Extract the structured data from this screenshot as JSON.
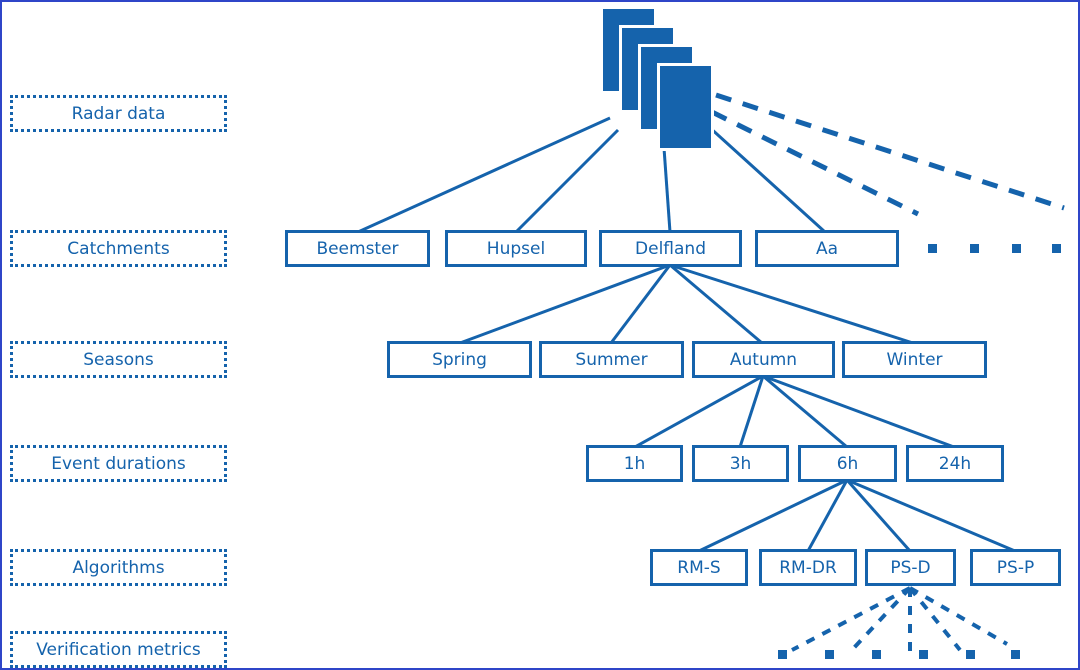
{
  "colors": {
    "accent": "#1563ac",
    "page_border": "#2f45c8",
    "background": "#ffffff"
  },
  "row_labels": {
    "radar_data": "Radar data",
    "catchments": "Catchments",
    "seasons": "Seasons",
    "event_durations": "Event durations",
    "algorithms": "Algorithms",
    "verification_metrics": "Verification metrics"
  },
  "nodes": {
    "catchments": [
      "Beemster",
      "Hupsel",
      "Delfland",
      "Aa"
    ],
    "seasons": [
      "Spring",
      "Summer",
      "Autumn",
      "Winter"
    ],
    "event_durations": [
      "1h",
      "3h",
      "6h",
      "24h"
    ],
    "algorithms": [
      "RM-S",
      "RM-DR",
      "PS-D",
      "PS-P"
    ]
  },
  "icons": {
    "radar_stack": "layered-radar-maps-icon"
  },
  "hierarchy": {
    "root": "Radar data",
    "root_children": [
      "Beemster",
      "Hupsel",
      "Delfland",
      "Aa",
      "..."
    ],
    "expanded_path": [
      "Delfland",
      "Autumn",
      "6h",
      "PS-D"
    ],
    "delfland_children": [
      "Spring",
      "Summer",
      "Autumn",
      "Winter"
    ],
    "autumn_children": [
      "1h",
      "3h",
      "6h",
      "24h"
    ],
    "sixh_children": [
      "RM-S",
      "RM-DR",
      "PS-D",
      "PS-P"
    ],
    "psd_children": "verification metrics (ellipsis)"
  },
  "ellipsis": {
    "catchments_more_dots": 4,
    "metrics_more_dots": 6
  }
}
